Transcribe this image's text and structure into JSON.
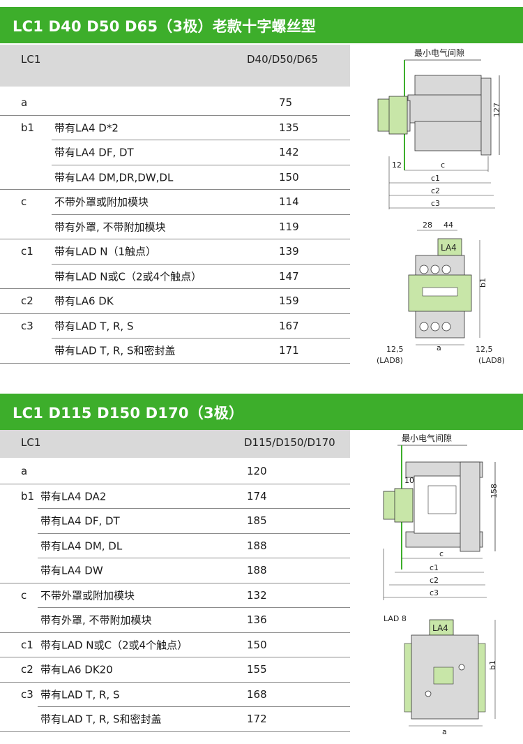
{
  "section1": {
    "title": "LC1 D40 D50 D65（3极）老款十字螺丝型",
    "header_left": "LC1",
    "header_right": "D40/D50/D65",
    "rows": [
      {
        "code": "a",
        "desc": "",
        "value": "75",
        "group_start": true
      },
      {
        "code": "b1",
        "desc": "带有LA4 D*2",
        "value": "135",
        "group_start": true
      },
      {
        "code": "",
        "desc": "带有LA4 DF, DT",
        "value": "142",
        "group_start": false
      },
      {
        "code": "",
        "desc": "带有LA4 DM,DR,DW,DL",
        "value": "150",
        "group_start": false
      },
      {
        "code": "c",
        "desc": "不带外罩或附加模块",
        "value": "114",
        "group_start": true
      },
      {
        "code": "",
        "desc": "带有外罩, 不带附加模块",
        "value": "119",
        "group_start": false
      },
      {
        "code": "c1",
        "desc": "带有LAD N（1触点）",
        "value": "139",
        "group_start": true
      },
      {
        "code": "",
        "desc": "带有LAD N或C（2或4个触点）",
        "value": "147",
        "group_start": false
      },
      {
        "code": "c2",
        "desc": "带有LA6 DK",
        "value": "159",
        "group_start": true
      },
      {
        "code": "c3",
        "desc": "带有LAD T, R, S",
        "value": "167",
        "group_start": true
      },
      {
        "code": "",
        "desc": "带有LAD T, R, S和密封盖",
        "value": "171",
        "group_start": false
      }
    ],
    "diagram": {
      "clearance_label": "最小电气间隙",
      "dim_127": "127",
      "dim_12": "12",
      "dim_c": "c",
      "dim_c1": "c1",
      "dim_c2": "c2",
      "dim_c3": "c3",
      "dim_28": "28",
      "dim_44": "44",
      "la4": "LA4",
      "dim_b1": "b1",
      "dim_a": "a",
      "dim_125_left": "12,5",
      "lad8_left": "(LAD8)",
      "dim_125_right": "12,5",
      "lad8_right": "(LAD8)"
    }
  },
  "section2": {
    "title": "LC1 D115 D150 D170（3极）",
    "header_left": "LC1",
    "header_right": "D115/D150/D170",
    "rows": [
      {
        "code": "a",
        "desc": "",
        "value": "120",
        "group_start": true
      },
      {
        "code": "b1",
        "desc": "带有LA4 DA2",
        "value": "174",
        "group_start": true
      },
      {
        "code": "",
        "desc": "带有LA4 DF, DT",
        "value": "185",
        "group_start": false
      },
      {
        "code": "",
        "desc": "带有LA4 DM, DL",
        "value": "188",
        "group_start": false
      },
      {
        "code": "",
        "desc": "带有LA4 DW",
        "value": "188",
        "group_start": false
      },
      {
        "code": "c",
        "desc": "不带外罩或附加模块",
        "value": "132",
        "group_start": true
      },
      {
        "code": "",
        "desc": "带有外罩, 不带附加模块",
        "value": "136",
        "group_start": false
      },
      {
        "code": "c1",
        "desc": "带有LAD N或C（2或4个触点）",
        "value": "150",
        "group_start": true
      },
      {
        "code": "c2",
        "desc": "带有LA6 DK20",
        "value": "155",
        "group_start": true
      },
      {
        "code": "c3",
        "desc": "带有LAD T, R, S",
        "value": "168",
        "group_start": true
      },
      {
        "code": "",
        "desc": "带有LAD T, R, S和密封盖",
        "value": "172",
        "group_start": false
      }
    ],
    "diagram": {
      "clearance_label": "最小电气间隙",
      "dim_10": "10",
      "dim_158": "158",
      "dim_c": "c",
      "dim_c1": "c1",
      "dim_c2": "c2",
      "dim_c3": "c3",
      "lad8": "LAD 8",
      "la4": "LA4",
      "dim_b1": "b1",
      "dim_a": "a"
    }
  },
  "colors": {
    "banner": "#3dae2b",
    "header": "#d9d9d9",
    "module_green": "#c8e6a8",
    "body_gray": "#d9d9d9",
    "clearance_green": "#3dae2b"
  }
}
